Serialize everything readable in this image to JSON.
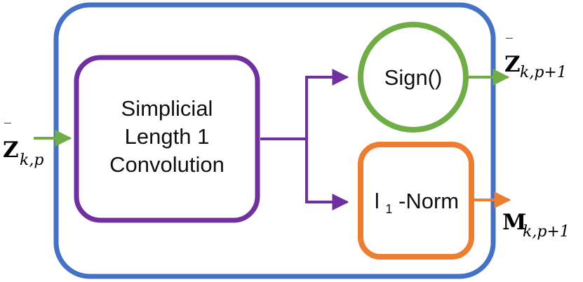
{
  "diagram": {
    "colors": {
      "outer": "#4472C4",
      "convolution": "#7030A0",
      "sign": "#70AD47",
      "norm": "#ED7D31",
      "text": "#111111"
    },
    "convolution_block": {
      "line1": "Simplicial",
      "line2": "Length 1",
      "line3": "Convolution"
    },
    "sign_block": {
      "label": "Sign()"
    },
    "norm_block": {
      "l": "l",
      "sub": "1",
      "rest": "-Norm"
    },
    "input_label": {
      "symbol": "Z",
      "bar": "‾",
      "subscript": "k,p"
    },
    "output_z_label": {
      "symbol": "Z",
      "bar": "‾",
      "subscript": "k,p+1"
    },
    "output_m_label": {
      "symbol": "M",
      "subscript": "k,p+1"
    }
  }
}
